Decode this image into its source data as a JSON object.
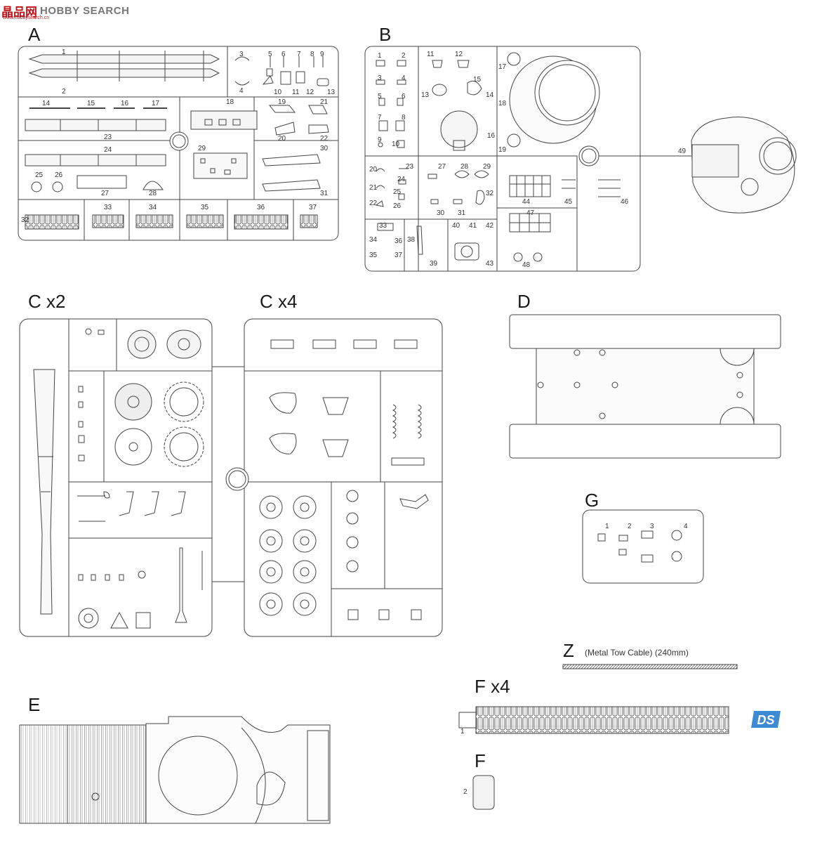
{
  "watermark": {
    "cn": "晶品网",
    "en": "HOBBY SEARCH",
    "url": "www.hobbysearch.cn"
  },
  "sprues": {
    "A": {
      "label": "A",
      "parts": [
        "1",
        "2",
        "3",
        "4",
        "5",
        "6",
        "7",
        "8",
        "9",
        "10",
        "11",
        "12",
        "13",
        "14",
        "15",
        "16",
        "17",
        "18",
        "19",
        "20",
        "21",
        "22",
        "23",
        "24",
        "25",
        "26",
        "27",
        "28",
        "29",
        "30",
        "31",
        "32",
        "33",
        "34",
        "35",
        "36",
        "37"
      ]
    },
    "B": {
      "label": "B",
      "parts": [
        "1",
        "2",
        "3",
        "4",
        "5",
        "6",
        "7",
        "8",
        "9",
        "10",
        "11",
        "12",
        "13",
        "14",
        "15",
        "16",
        "17",
        "18",
        "19",
        "20",
        "21",
        "22",
        "23",
        "24",
        "25",
        "26",
        "27",
        "28",
        "29",
        "30",
        "31",
        "32",
        "33",
        "34",
        "35",
        "36",
        "37",
        "38",
        "39",
        "40",
        "41",
        "42",
        "43",
        "44",
        "45",
        "46",
        "47",
        "48",
        "49"
      ]
    },
    "C2": {
      "label": "C x2"
    },
    "C4": {
      "label": "C x4"
    },
    "D": {
      "label": "D"
    },
    "G": {
      "label": "G",
      "parts": [
        "1",
        "2",
        "3",
        "4"
      ]
    },
    "Z": {
      "label": "Z",
      "note": "(Metal Tow Cable) (240mm)"
    },
    "F4": {
      "label": "F x4",
      "parts": [
        "1"
      ]
    },
    "F": {
      "label": "F",
      "parts": [
        "2"
      ]
    },
    "E": {
      "label": "E"
    }
  },
  "logo_ds": "DS"
}
